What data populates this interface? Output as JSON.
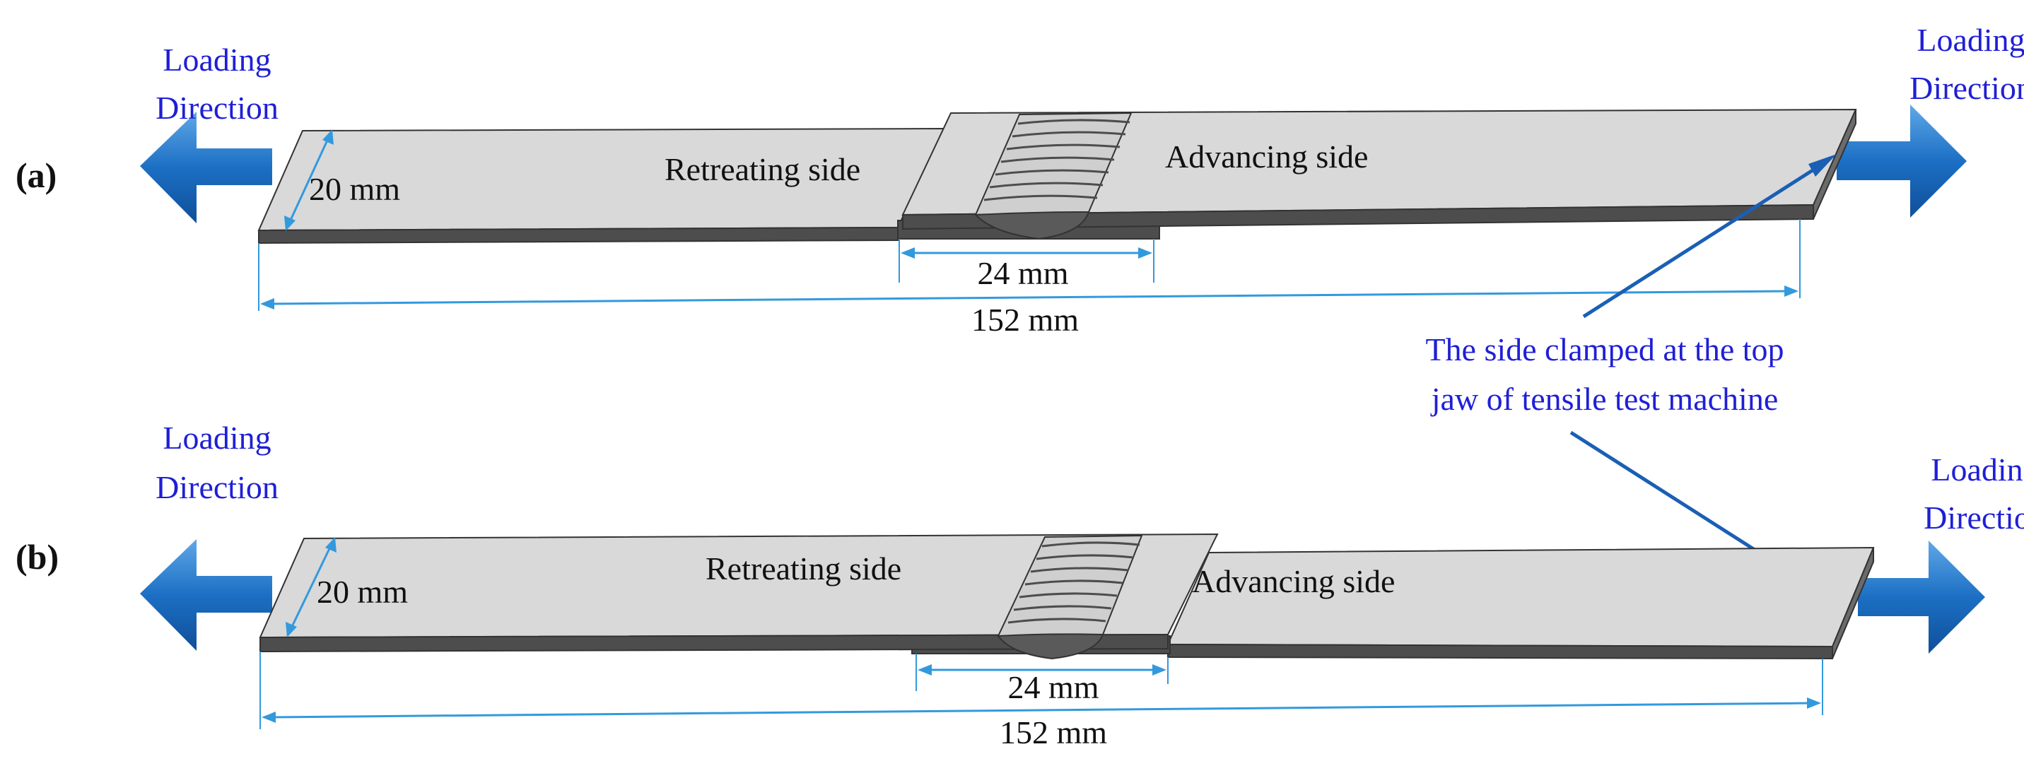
{
  "figure": {
    "callout": {
      "line1": "The side clamped at the top",
      "line2": "jaw of tensile test machine"
    },
    "panels": [
      {
        "id": "a",
        "label": "(a)",
        "loading_left": {
          "line1": "Loading",
          "line2": "Direction"
        },
        "loading_right": {
          "line1": "Loading",
          "line2": "Direction"
        },
        "width_label": "20 mm",
        "retreating_label": "Retreating side",
        "advancing_label": "Advancing side",
        "overlap_label": "24 mm",
        "length_label": "152 mm"
      },
      {
        "id": "b",
        "label": "(b)",
        "loading_left": {
          "line1": "Loading",
          "line2": "Direction"
        },
        "loading_right": {
          "line1": "Loading",
          "line2": "Direction"
        },
        "width_label": "20 mm",
        "retreating_label": "Retreating side",
        "advancing_label": "Advancing side",
        "overlap_label": "24 mm",
        "length_label": "152 mm"
      }
    ],
    "colors": {
      "arrow_blue": "#1c6fc4",
      "text_blue": "#1f1fd6",
      "dimension_blue": "#3399dd",
      "plate_gray": "#d9d9d9",
      "edge_gray": "#4d4d4d"
    }
  }
}
